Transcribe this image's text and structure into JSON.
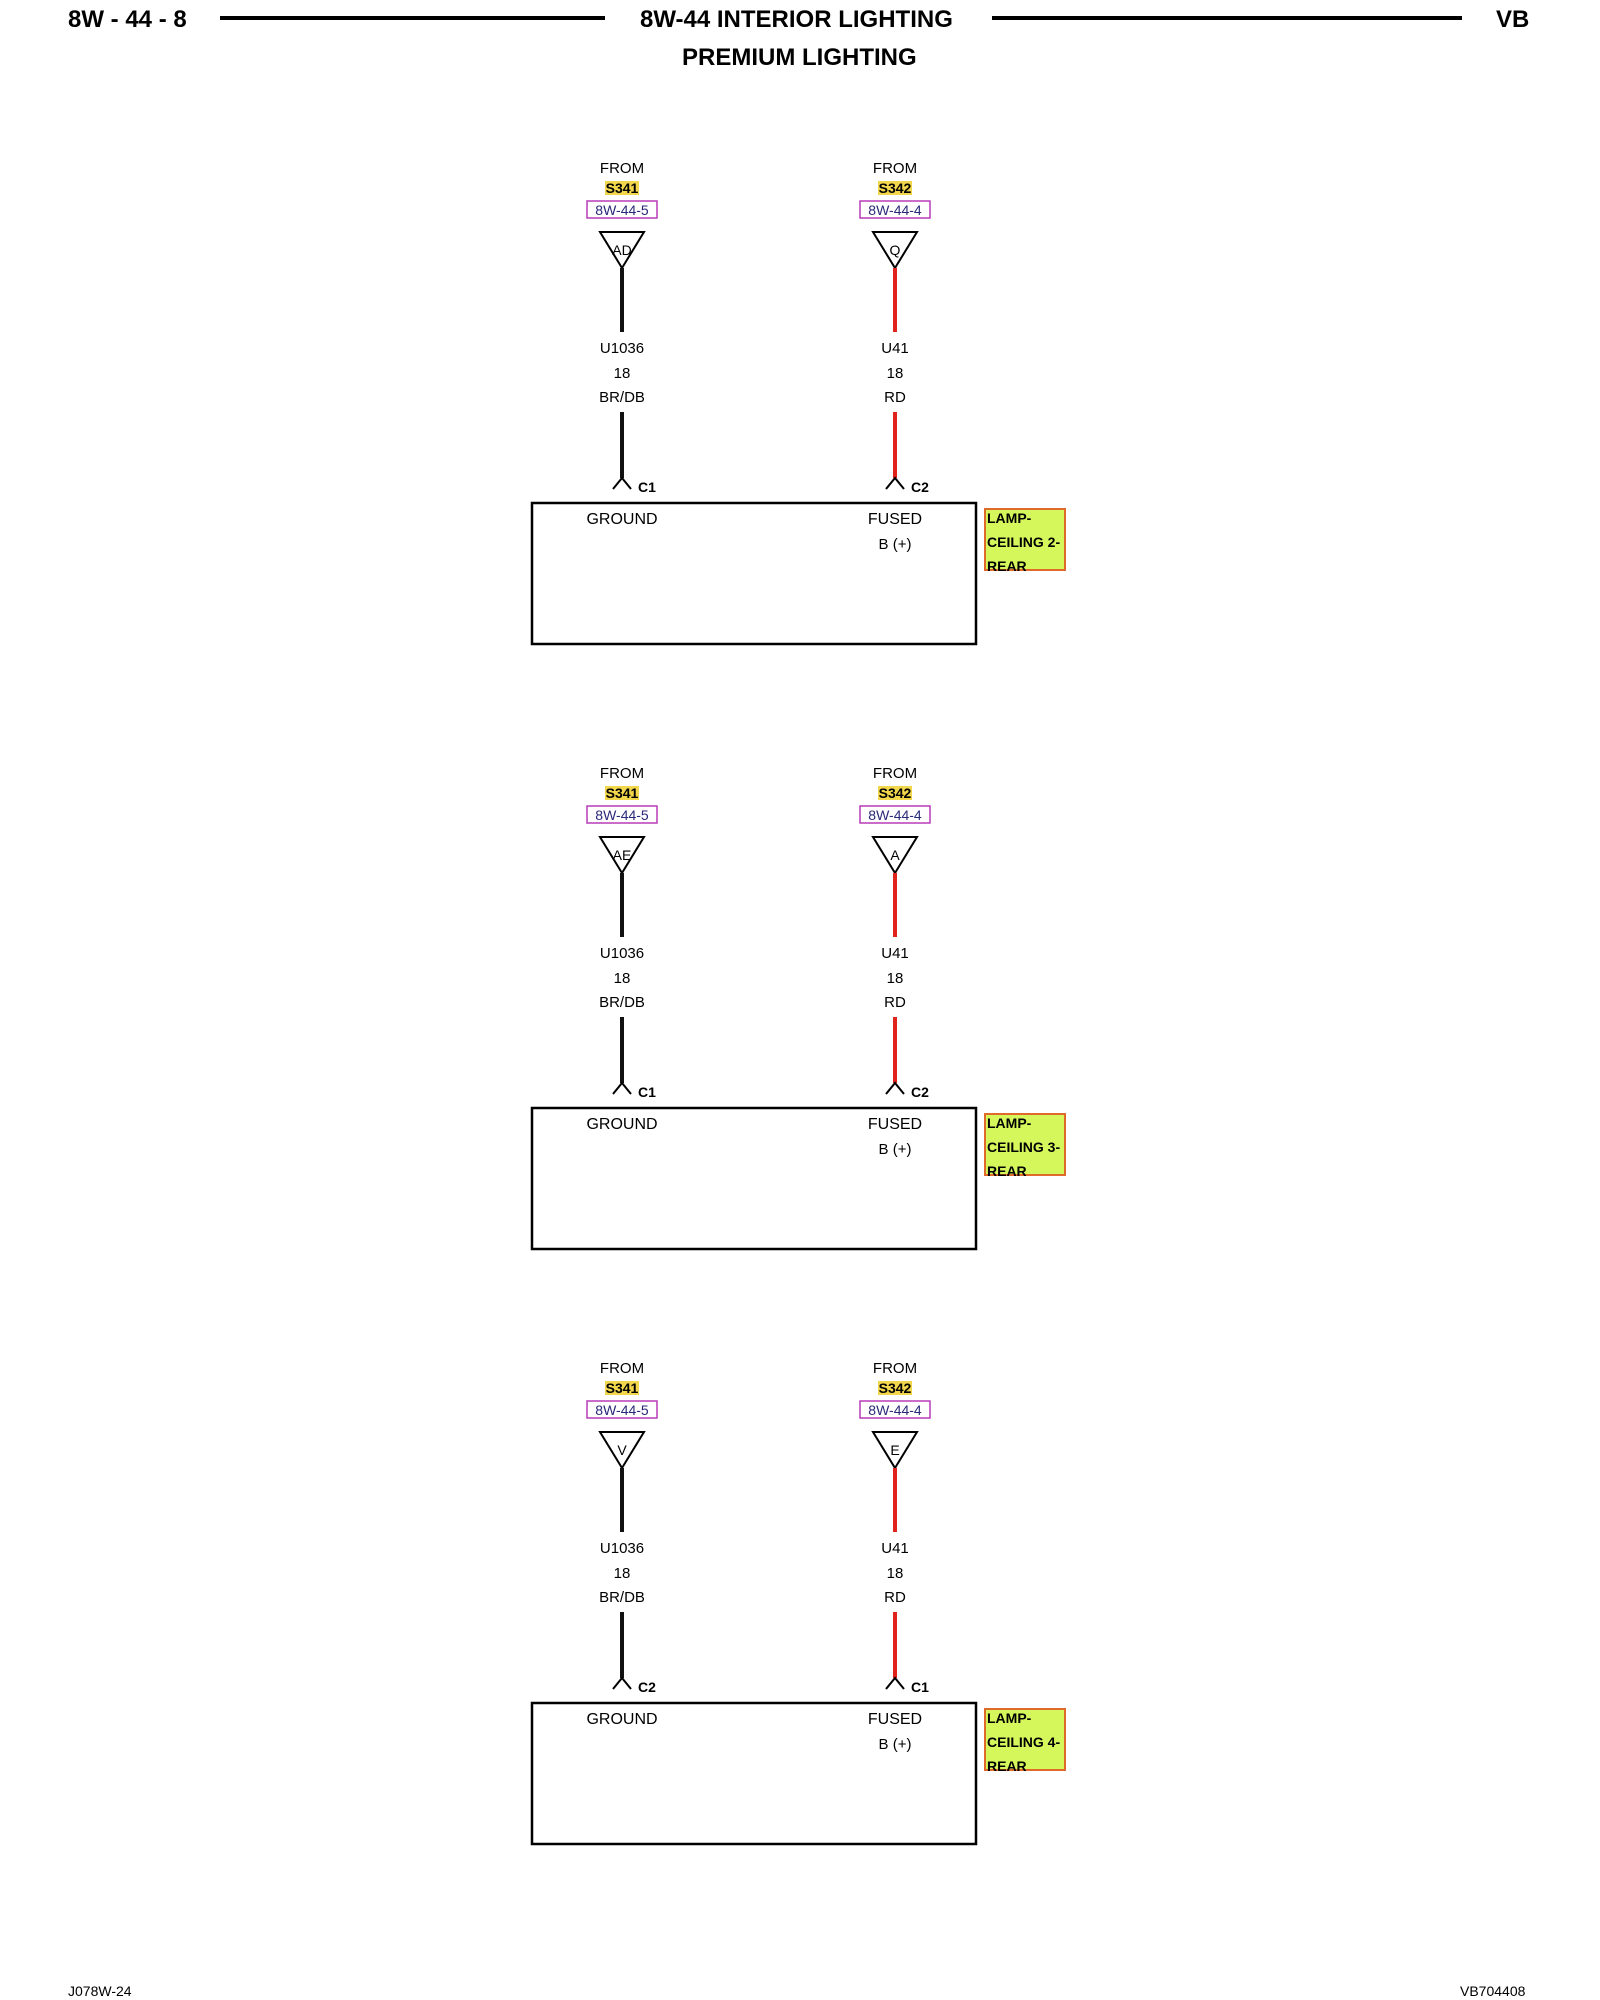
{
  "header": {
    "page_left": "8W - 44 - 8",
    "title": "8W-44 INTERIOR LIGHTING",
    "subtitle": "PREMIUM LIGHTING",
    "page_right": "VB"
  },
  "colors": {
    "wire_brdb": "#111111",
    "wire_rd": "#e0241b",
    "splice_highlight": "#f2d64b",
    "ref_box": "#b93cb9",
    "component_label": "#d6f75c",
    "component_label_border": "#e06a2a"
  },
  "sections": [
    {
      "component": "LAMP-\nCEILING 2-\nREAR",
      "left": {
        "from": "FROM",
        "splice": "S341",
        "ref": "8W-44-5",
        "pin": "AD",
        "circuit": "U1036",
        "gauge": "18",
        "color": "BR/DB",
        "connector": "C1",
        "function": "GROUND"
      },
      "right": {
        "from": "FROM",
        "splice": "S342",
        "ref": "8W-44-4",
        "pin": "Q",
        "circuit": "U41",
        "gauge": "18",
        "color": "RD",
        "connector": "C2",
        "function": "FUSED",
        "function2": "B (+)"
      }
    },
    {
      "component": "LAMP-\nCEILING 3-\nREAR",
      "left": {
        "from": "FROM",
        "splice": "S341",
        "ref": "8W-44-5",
        "pin": "AE",
        "circuit": "U1036",
        "gauge": "18",
        "color": "BR/DB",
        "connector": "C1",
        "function": "GROUND"
      },
      "right": {
        "from": "FROM",
        "splice": "S342",
        "ref": "8W-44-4",
        "pin": "A",
        "circuit": "U41",
        "gauge": "18",
        "color": "RD",
        "connector": "C2",
        "function": "FUSED",
        "function2": "B (+)"
      }
    },
    {
      "component": "LAMP-\nCEILING 4-\nREAR",
      "left": {
        "from": "FROM",
        "splice": "S341",
        "ref": "8W-44-5",
        "pin": "V",
        "circuit": "U1036",
        "gauge": "18",
        "color": "BR/DB",
        "connector": "C2",
        "function": "GROUND"
      },
      "right": {
        "from": "FROM",
        "splice": "S342",
        "ref": "8W-44-4",
        "pin": "E",
        "circuit": "U41",
        "gauge": "18",
        "color": "RD",
        "connector": "C1",
        "function": "FUSED",
        "function2": "B (+)"
      }
    }
  ],
  "footer": {
    "left": "J078W-24",
    "right": "VB704408"
  }
}
